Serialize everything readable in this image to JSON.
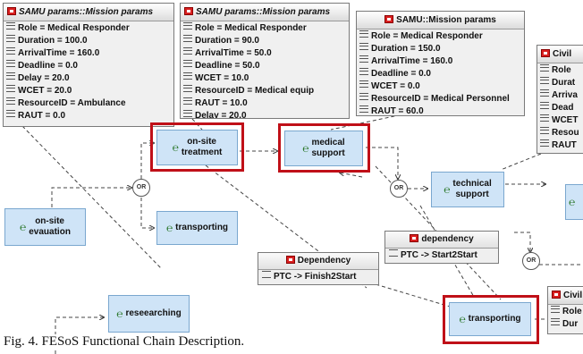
{
  "param_boxes": [
    {
      "title": "SAMU params::Mission params",
      "attributes": [
        "Role = Medical Responder",
        "Duration = 100.0",
        "ArrivalTime = 160.0",
        "Deadline = 0.0",
        "Delay = 20.0",
        "WCET = 20.0",
        "ResourceID = Ambulance",
        "RAUT = 0.0"
      ]
    },
    {
      "title": "SAMU params::Mission params",
      "attributes": [
        "Role = Medical Responder",
        "Duration = 90.0",
        "ArrivalTime = 50.0",
        "Deadline = 50.0",
        "WCET = 10.0",
        "ResourceID = Medical equip",
        "RAUT = 10.0",
        "Delay = 20.0"
      ]
    },
    {
      "title": "SAMU::Mission params",
      "attributes": [
        "Role = Medical Responder",
        "Duration = 150.0",
        "ArrivalTime = 160.0",
        "Deadline = 0.0",
        "WCET = 0.0",
        "ResourceID = Medical Personnel",
        "RAUT = 60.0"
      ]
    },
    {
      "title": "Civil",
      "attributes": [
        "Role",
        "Durat",
        "Arriva",
        "Dead",
        "WCET",
        "Resou",
        "RAUT"
      ]
    },
    {
      "title": "Civil",
      "attributes": [
        "Role",
        "Dur"
      ]
    }
  ],
  "functions": [
    {
      "label": "on-site\ntreatment"
    },
    {
      "label": "medical\nsupport"
    },
    {
      "label": "technical\nsupport"
    },
    {
      "label": "on-site\nevauation"
    },
    {
      "label": "transporting"
    },
    {
      "label": "reseearching"
    },
    {
      "label": "transporting"
    },
    {
      "label": ""
    }
  ],
  "gates": [
    "OR",
    "OR",
    "OR"
  ],
  "dependencies": [
    {
      "title": "dependency",
      "rule": "PTC -> Start2Start"
    },
    {
      "title": "Dependency",
      "rule": "PTC -> Finish2Start"
    }
  ],
  "function_icon": "function-e-icon",
  "highlight_color": "#c01018",
  "caption": "Fig. 4. FESoS Functional Chain Description."
}
